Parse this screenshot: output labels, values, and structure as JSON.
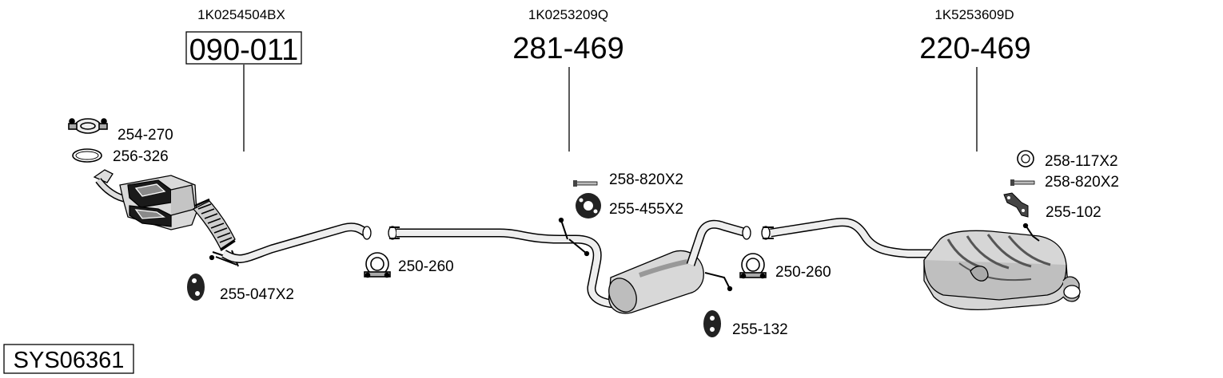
{
  "main_parts": [
    {
      "oem": "1K0254504BX",
      "number": "090-011",
      "boxed": true
    },
    {
      "oem": "1K0253209Q",
      "number": "281-469",
      "boxed": false
    },
    {
      "oem": "1K5253609D",
      "number": "220-469",
      "boxed": false
    }
  ],
  "accessories": [
    {
      "id": "254-270",
      "icon": "flange-clamp-icon"
    },
    {
      "id": "256-326",
      "icon": "gasket-ring-icon"
    },
    {
      "id": "255-047X2",
      "icon": "rubber-hanger-icon"
    },
    {
      "id": "250-260",
      "icon": "pipe-clamp-icon"
    },
    {
      "id": "258-820X2",
      "icon": "bolt-icon"
    },
    {
      "id": "255-455X2",
      "icon": "rubber-hanger-icon"
    },
    {
      "id": "250-260",
      "icon": "pipe-clamp-icon"
    },
    {
      "id": "255-132",
      "icon": "rubber-hanger-icon"
    },
    {
      "id": "258-117X2",
      "icon": "washer-ring-icon"
    },
    {
      "id": "258-820X2",
      "icon": "bolt-icon"
    },
    {
      "id": "255-102",
      "icon": "mounting-bracket-icon"
    }
  ],
  "system_code": "SYS06361"
}
